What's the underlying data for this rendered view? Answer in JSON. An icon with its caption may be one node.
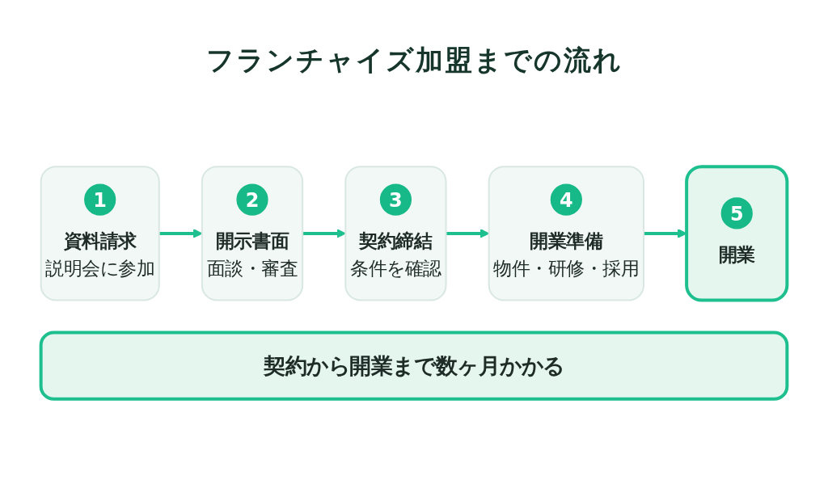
{
  "diagram": {
    "title": "フランチャイズ加盟までの流れ",
    "nodes": [
      {
        "text": [
          "資料請求",
          "説明会に参加"
        ]
      },
      {
        "text": [
          "1"
        ],
        "in": 0
      },
      {
        "text": [
          "開示書面",
          "面談・審査"
        ]
      },
      {
        "text": [
          "2"
        ],
        "in": 2
      },
      {
        "text": [
          "契約締結",
          "条件を確認"
        ]
      },
      {
        "text": [
          "3"
        ],
        "in": 4
      },
      {
        "text": [
          "開業準備",
          "物件・研修・採用"
        ]
      },
      {
        "text": [
          "4"
        ],
        "in": 6
      },
      {
        "text": [
          "開業"
        ]
      },
      {
        "text": [
          "5"
        ],
        "in": 8
      },
      {
        "text": [
          "契約から開業まで数ヶ月かかる"
        ]
      }
    ],
    "edges": [
      {
        "from": 0,
        "to": 2,
        "arrow": "to"
      },
      {
        "from": 2,
        "to": 4,
        "arrow": "to"
      },
      {
        "from": 4,
        "to": 6,
        "arrow": "to"
      },
      {
        "from": 6,
        "to": 8,
        "arrow": "to"
      }
    ]
  }
}
